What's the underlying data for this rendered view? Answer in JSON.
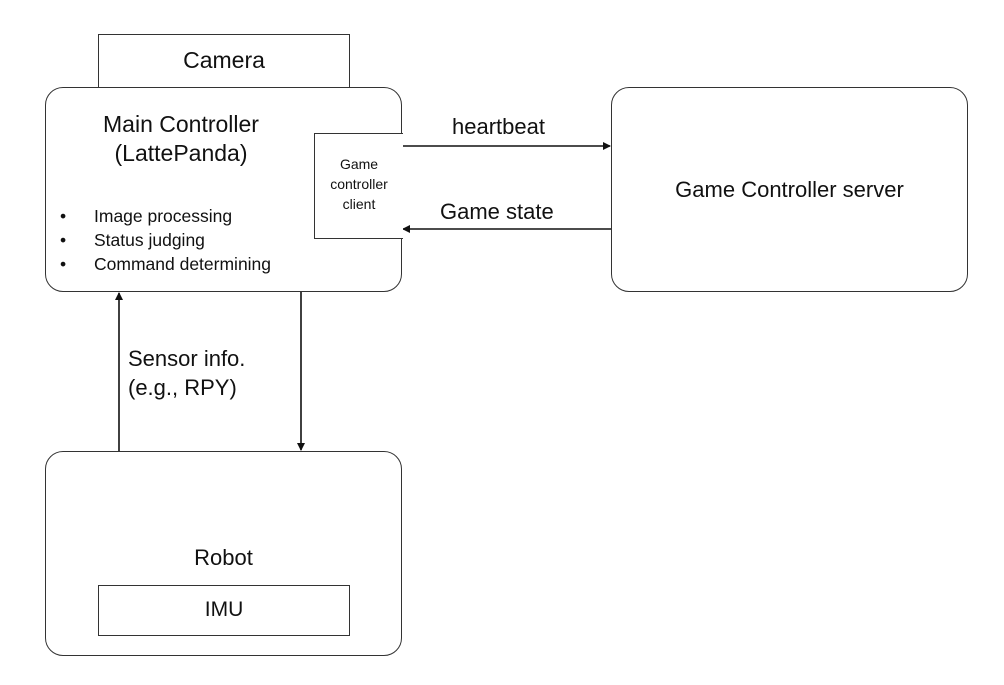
{
  "nodes": {
    "camera": {
      "label": "Camera"
    },
    "main_controller": {
      "title_line1": "Main Controller",
      "title_line2": "(LattePanda)",
      "bullets": [
        "Image processing",
        "Status judging",
        "Command determining"
      ]
    },
    "game_controller_client": {
      "label_line1": "Game",
      "label_line2": "controller",
      "label_line3": "client"
    },
    "game_controller_server": {
      "label": "Game Controller server"
    },
    "robot": {
      "label": "Robot"
    },
    "imu": {
      "label": "IMU"
    }
  },
  "edges": {
    "heartbeat": {
      "label": "heartbeat",
      "from": "game_controller_client",
      "to": "game_controller_server"
    },
    "game_state": {
      "label": "Game state",
      "from": "game_controller_server",
      "to": "game_controller_client"
    },
    "sensor_info": {
      "label_line1": "Sensor info.",
      "label_line2": "(e.g., RPY)",
      "from": "robot",
      "to": "main_controller"
    },
    "command": {
      "from": "main_controller",
      "to": "robot"
    }
  }
}
